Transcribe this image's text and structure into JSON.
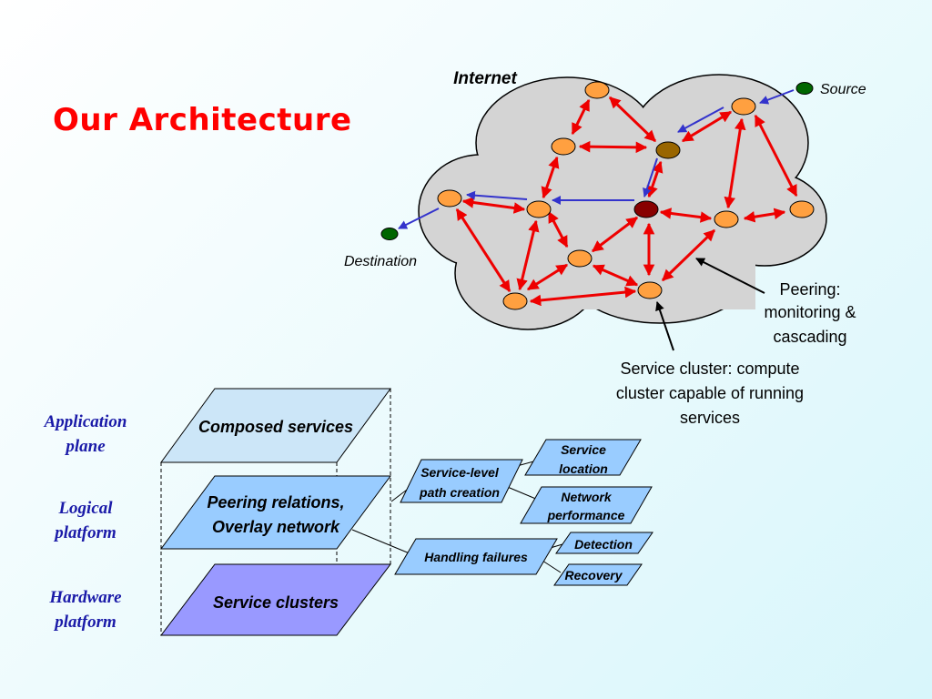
{
  "slide": {
    "title": "Our Architecture"
  },
  "network": {
    "cloud_label": "Internet",
    "source_label": "Source",
    "destination_label": "Destination",
    "peering_lines": [
      "Peering:",
      "monitoring &",
      "cascading"
    ],
    "cluster_lines": [
      "Service cluster: compute",
      "cluster capable of running",
      "services"
    ]
  },
  "layers": {
    "plane_labels": {
      "application": [
        "Application",
        "plane"
      ],
      "logical": [
        "Logical",
        "platform"
      ],
      "hardware": [
        "Hardware",
        "platform"
      ]
    },
    "composed": "Composed services",
    "peering": [
      "Peering relations,",
      "Overlay network"
    ],
    "clusters": "Service clusters"
  },
  "functions": {
    "path_creation": [
      "Service-level",
      "path creation"
    ],
    "service_location": [
      "Service",
      "location"
    ],
    "network_performance": [
      "Network",
      "performance"
    ],
    "handling_failures": "Handling failures",
    "detection": "Detection",
    "recovery": "Recovery"
  },
  "colors": {
    "title": "#ff0000",
    "plane_label": "#1a1aa8",
    "cloud_fill": "#d4d4d4",
    "node_orange": "#ffa040",
    "node_brown": "#996600",
    "node_dark_red": "#880000",
    "endpoint_green": "#006600",
    "peer_arrow": "#ee0000",
    "route_arrow": "#3333cc",
    "plane_top": "#cce6f8",
    "plane_middle": "#99ccff",
    "plane_bottom": "#9999ff",
    "function_box": "#99ccff"
  }
}
